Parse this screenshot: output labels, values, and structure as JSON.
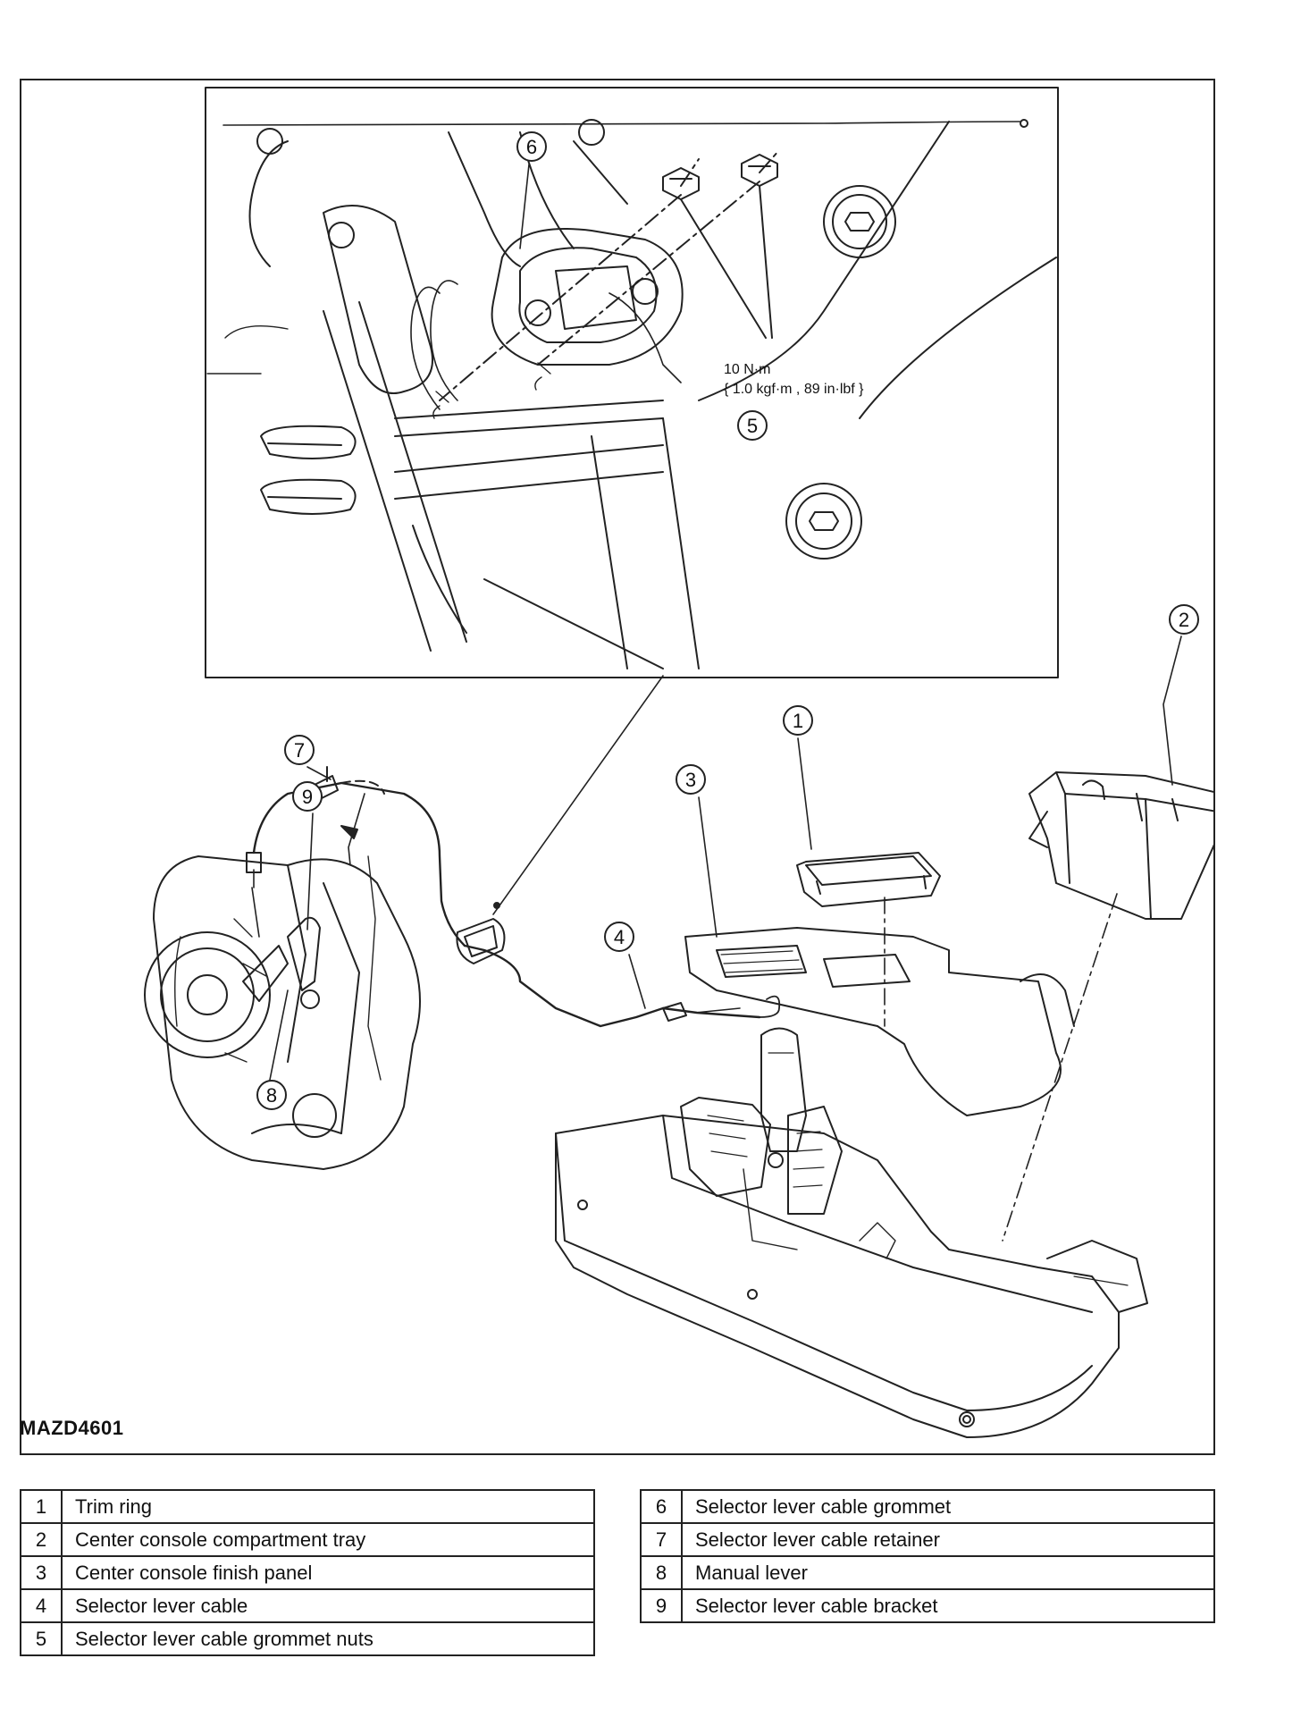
{
  "diagram": {
    "code": "MAZD4601",
    "torque_spec": {
      "line1": "10 N·m",
      "line2": "{ 1.0 kgf·m , 89 in·lbf }"
    },
    "callouts": [
      "1",
      "2",
      "3",
      "4",
      "5",
      "6",
      "7",
      "8",
      "9"
    ]
  },
  "legend": {
    "left": [
      {
        "num": "1",
        "label": "Trim ring"
      },
      {
        "num": "2",
        "label": "Center console compartment tray"
      },
      {
        "num": "3",
        "label": "Center console finish panel"
      },
      {
        "num": "4",
        "label": "Selector lever cable"
      },
      {
        "num": "5",
        "label": "Selector lever cable grommet nuts"
      }
    ],
    "right": [
      {
        "num": "6",
        "label": "Selector lever cable grommet"
      },
      {
        "num": "7",
        "label": "Selector lever cable retainer"
      },
      {
        "num": "8",
        "label": "Manual lever"
      },
      {
        "num": "9",
        "label": "Selector lever cable bracket"
      }
    ]
  }
}
